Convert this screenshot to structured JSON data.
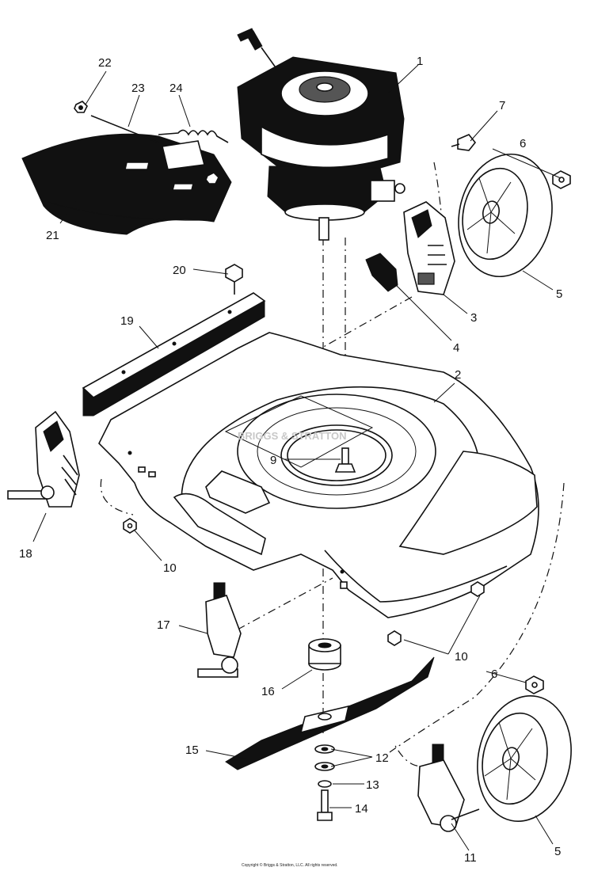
{
  "copyright": "Copyright © Briggs & Stratton, LLC. All rights reserved.",
  "watermark": "BRIGGS & STRATTON",
  "callouts": {
    "c1": "1",
    "c2": "2",
    "c3": "3",
    "c4": "4",
    "c5a": "5",
    "c5b": "5",
    "c6a": "6",
    "c6b": "6",
    "c7": "7",
    "c9": "9",
    "c10a": "10",
    "c10b": "10",
    "c11": "11",
    "c12": "12",
    "c13": "13",
    "c14": "14",
    "c15": "15",
    "c16": "16",
    "c17": "17",
    "c18": "18",
    "c19": "19",
    "c20": "20",
    "c21": "21",
    "c22": "22",
    "c23": "23",
    "c24": "24"
  }
}
